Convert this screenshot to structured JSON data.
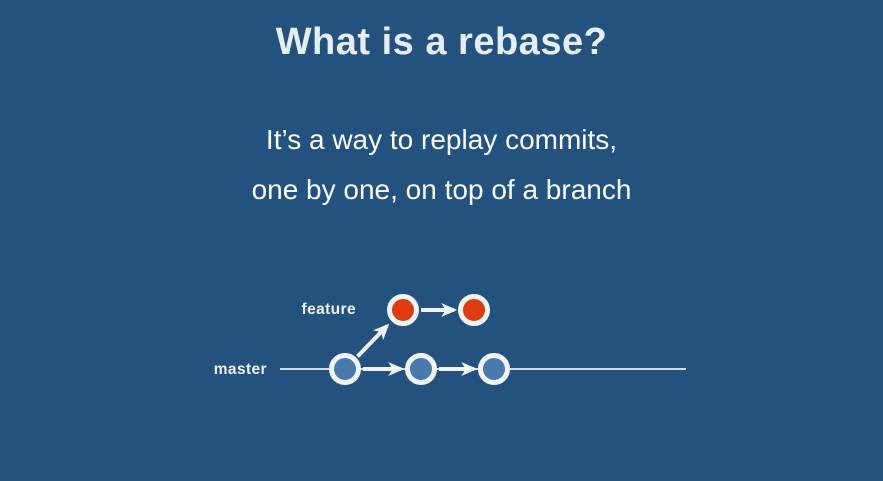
{
  "slide": {
    "title": "What is a rebase?",
    "subtitle_line1": "It’s a way to replay commits,",
    "subtitle_line2": "one by one, on top of a branch"
  },
  "diagram": {
    "feature_branch": {
      "label": "feature",
      "commit_count": 2,
      "commit_color": "#de3b0e"
    },
    "master_branch": {
      "label": "master",
      "commit_count": 3,
      "commit_color": "#4a79ae"
    },
    "connections": [
      "master-commit-1 -> feature-commit-1",
      "feature-commit-1 -> feature-commit-2",
      "master-commit-1 -> master-commit-2",
      "master-commit-2 -> master-commit-3"
    ]
  },
  "colors": {
    "background": "#24527e",
    "title_text": "#e7edf4",
    "subtitle_text": "#fbfcfe",
    "feature_commit": "#de3b0e",
    "master_commit": "#4a79ae",
    "commit_ring": "#f2f5f8",
    "arrow": "#f2f5f8",
    "branch_line": "#d6dbe1",
    "label_text": "#edf1f6"
  }
}
